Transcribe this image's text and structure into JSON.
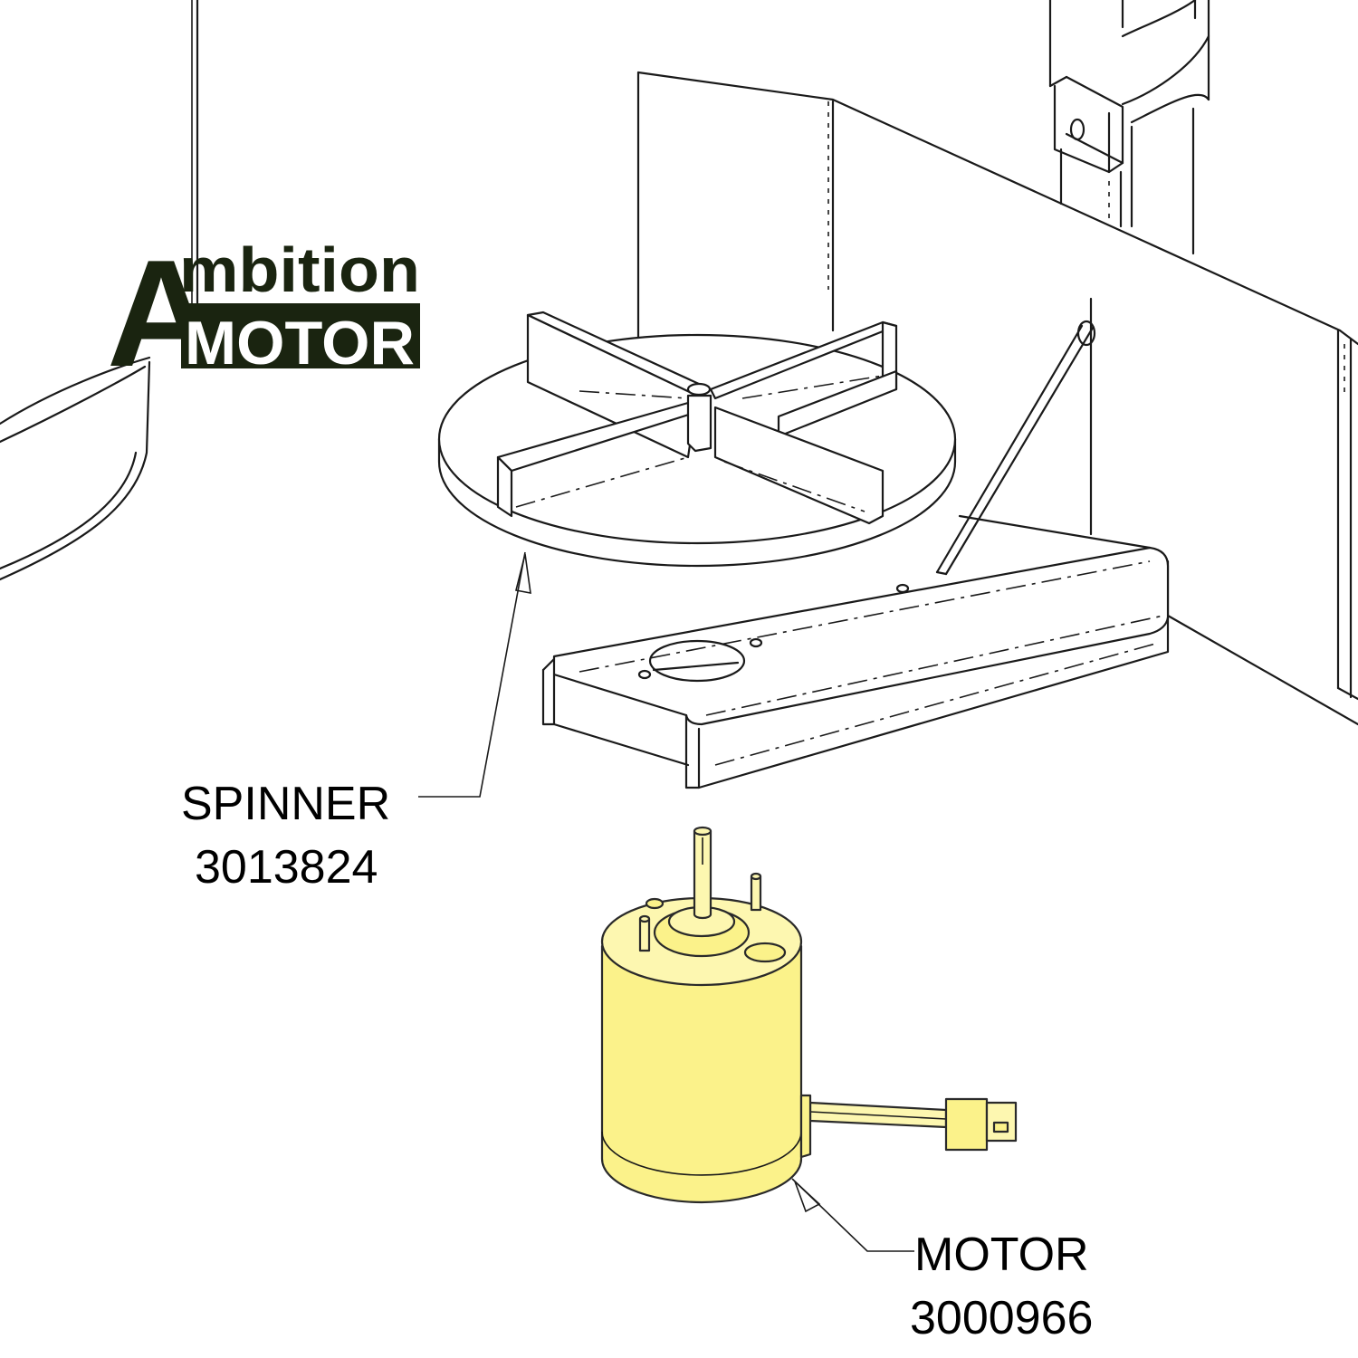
{
  "brand": {
    "letter": "A",
    "line1": "mbition",
    "line2": "MOTOR",
    "color": "#1a2410"
  },
  "callouts": [
    {
      "name": "SPINNER",
      "part_number": "3013824"
    },
    {
      "name": "MOTOR",
      "part_number": "3000966"
    }
  ],
  "colors": {
    "highlight": "#fbf28a",
    "highlight_light": "#fdf7b0",
    "line": "#1a1a1a"
  }
}
